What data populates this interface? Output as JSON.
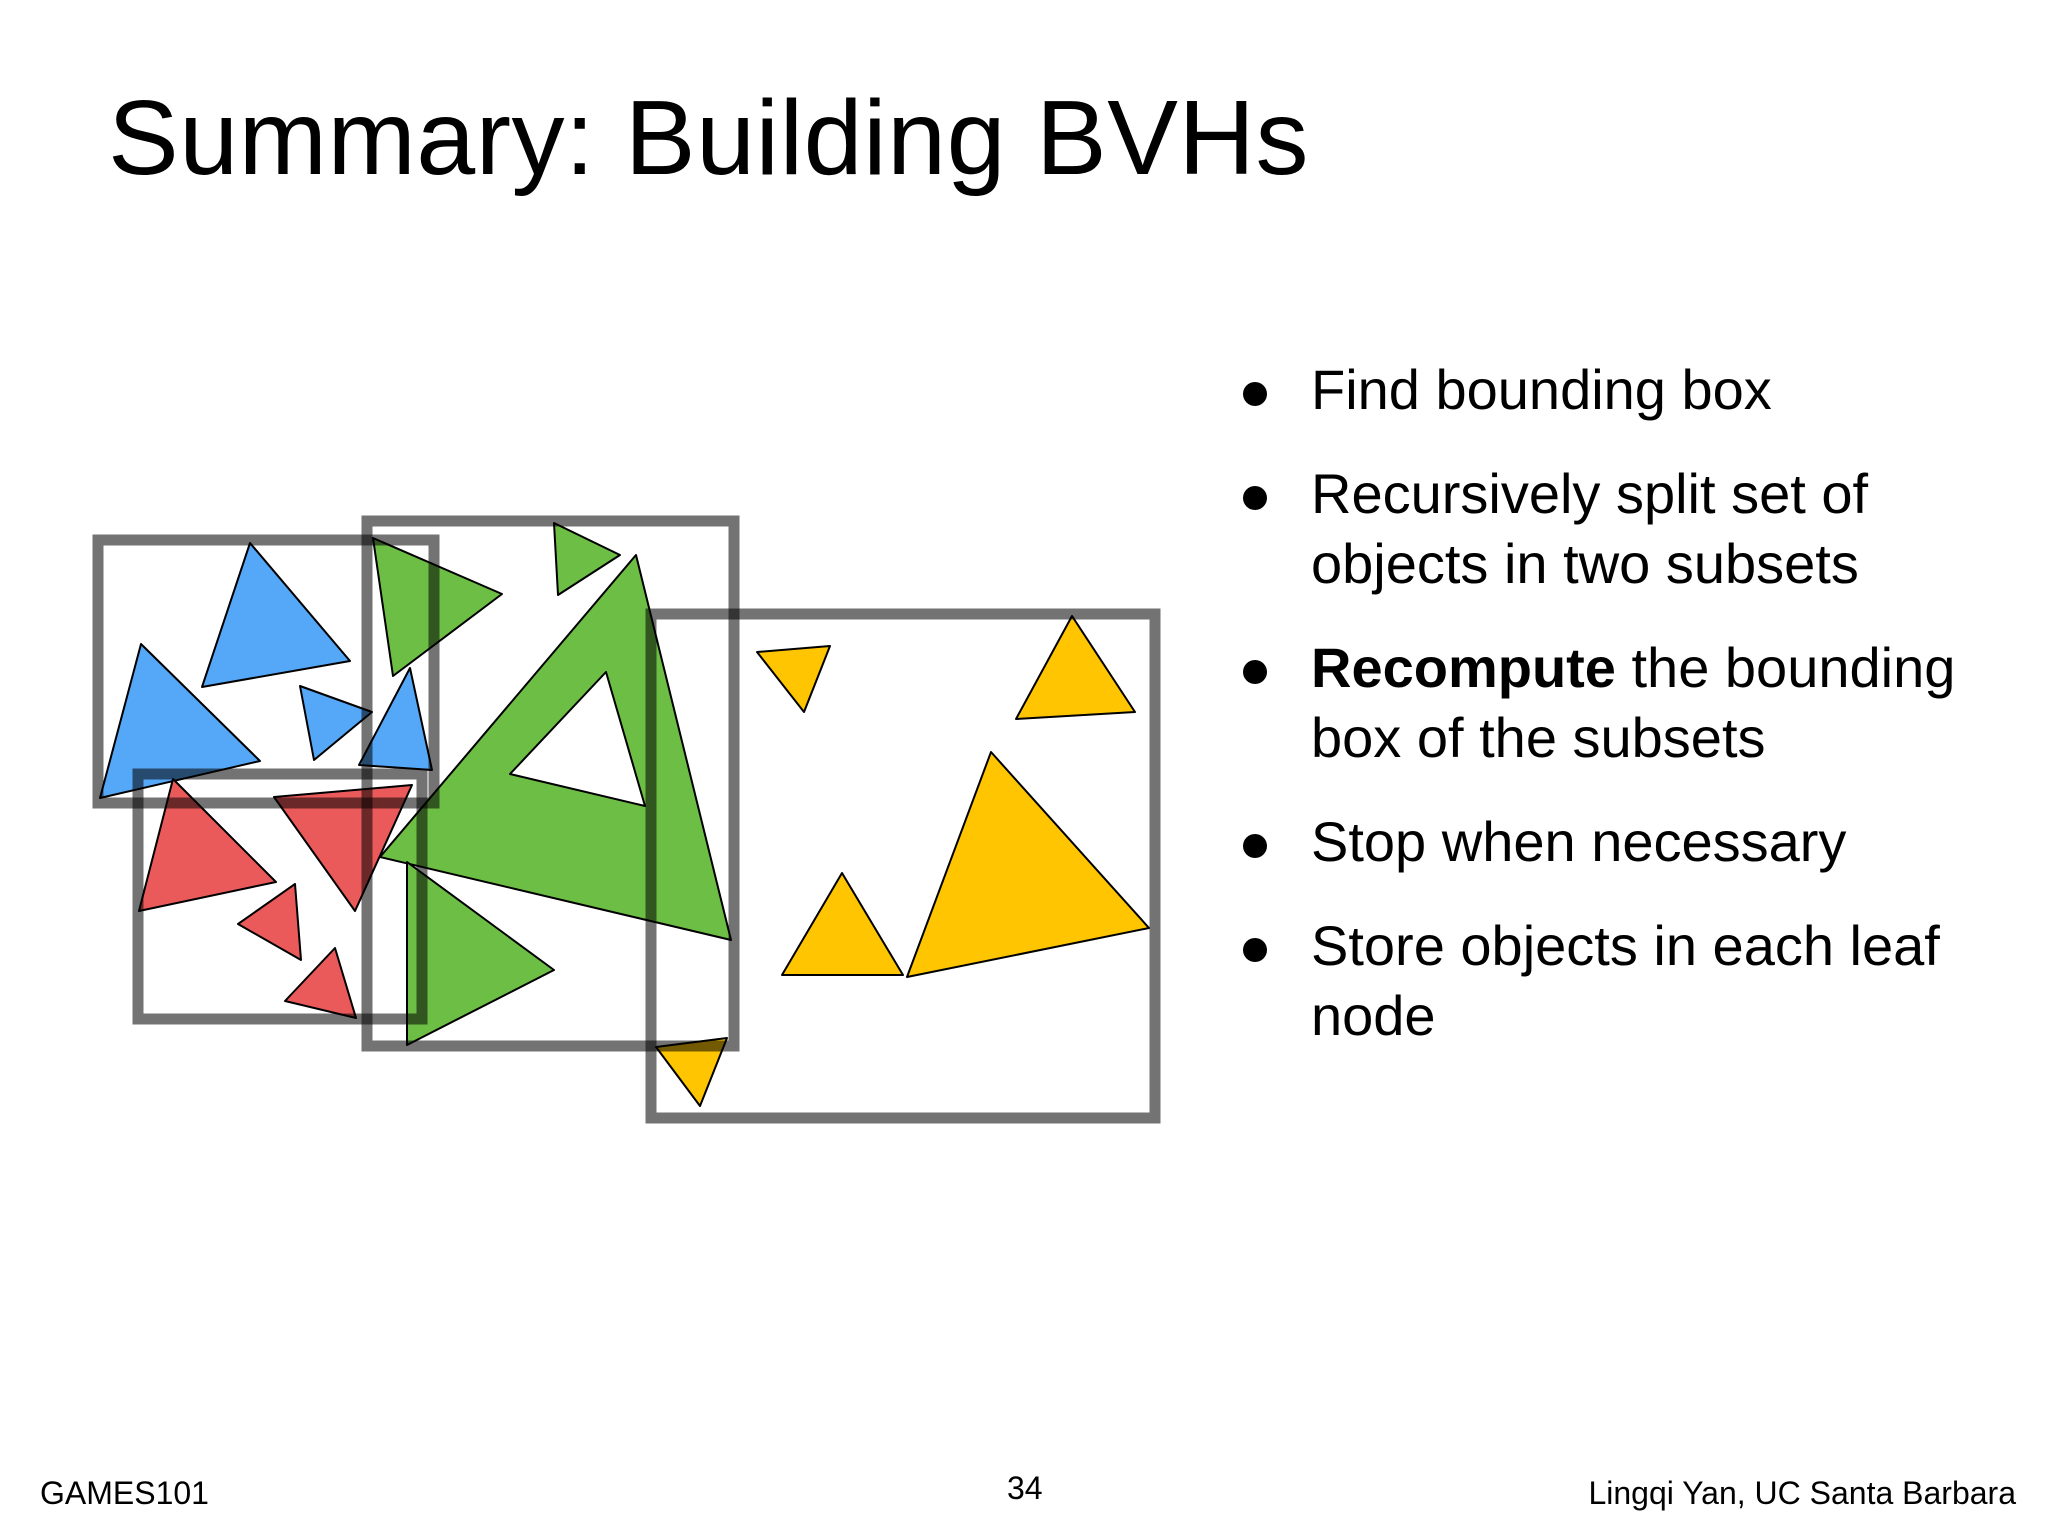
{
  "slide": {
    "title": "Summary: Building BVHs",
    "bullets": [
      {
        "text": "Find bounding box"
      },
      {
        "text": "Recursively split set of objects in two subsets"
      },
      {
        "bold": "Recompute",
        "text": " the bounding box of the subsets"
      },
      {
        "text": "Stop when necessary"
      },
      {
        "text": "Store objects in each leaf node"
      }
    ]
  },
  "footer": {
    "left": "GAMES101",
    "page_number": "34",
    "right": "Lingqi Yan, UC Santa Barbara"
  },
  "figure": {
    "colors": {
      "blue": "#55a7f7",
      "red": "#eb5a5a",
      "green": "#6dbe45",
      "yellow": "#fec500",
      "box": "#000000",
      "box_opacity": "0.55"
    }
  }
}
